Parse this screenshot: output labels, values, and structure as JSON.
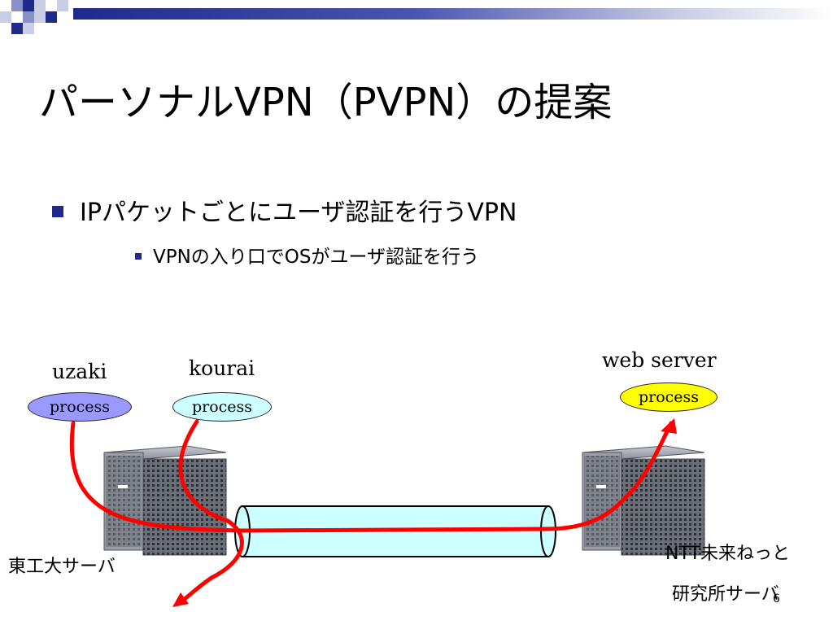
{
  "title": "パーソナルVPN（PVPN）の提案",
  "bullets": [
    {
      "text": "IPパケットごとにユーザ認証を行うVPN"
    },
    {
      "text": "VPNの入り口でOSがユーザ認証を行う"
    }
  ],
  "diagram": {
    "users": {
      "uzaki": "uzaki",
      "kourai": "kourai",
      "web_server": "web server"
    },
    "process_label": "process",
    "process_colors": {
      "uzaki": "#9999ff",
      "kourai": "#ccffff",
      "web_server": "#ffff00"
    },
    "left_server_label": "東工大サーバ",
    "right_server_label_line1": "NTT未来ねっと",
    "right_server_label_line2": "研究所サーバ",
    "path_color": "#ff0000",
    "tunnel_color": "#ccffff"
  },
  "page_number": "6",
  "accent_color": "#1f2a8a"
}
